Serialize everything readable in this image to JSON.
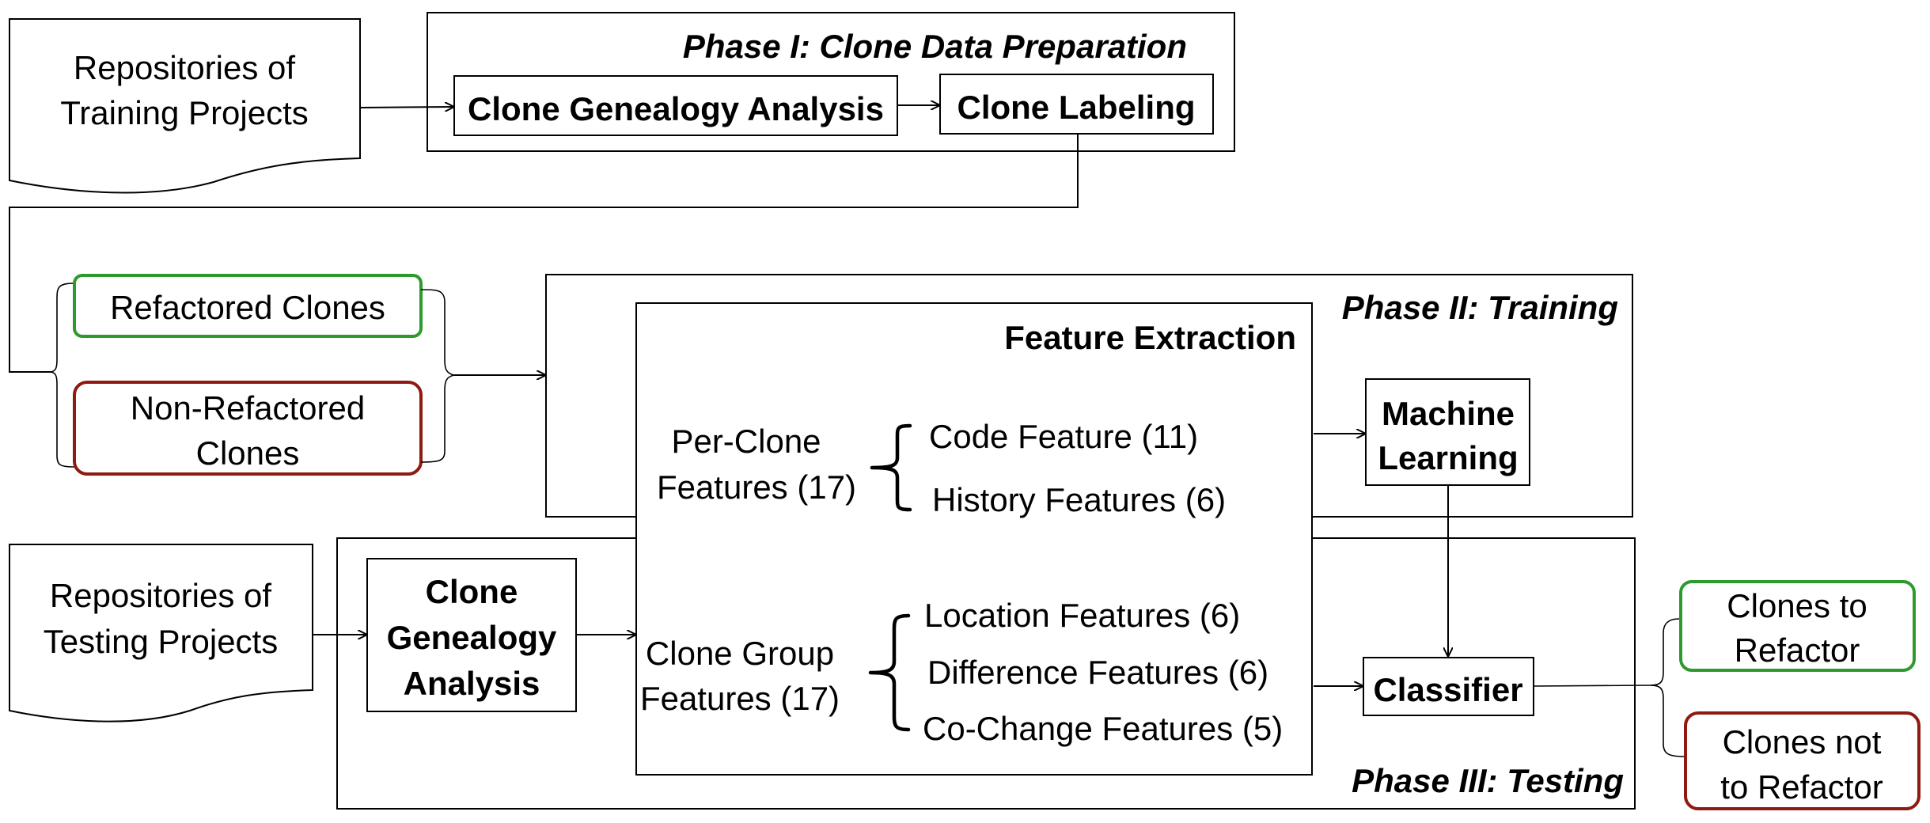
{
  "diagram": {
    "training_repos": [
      "Repositories of",
      "Training Projects"
    ],
    "testing_repos": [
      "Repositories of",
      "Testing Projects"
    ],
    "phase1": {
      "title": "Phase I: Clone Data Preparation",
      "genealogy": "Clone Genealogy Analysis",
      "labeling": "Clone Labeling"
    },
    "phase2": {
      "title": "Phase II: Training"
    },
    "phase3": {
      "title": "Phase III: Testing"
    },
    "refactored": "Refactored Clones",
    "non_refactored": [
      "Non-Refactored",
      "Clones"
    ],
    "feature_extraction": {
      "title": "Feature Extraction",
      "per_clone": [
        "Per-Clone",
        "Features (17)"
      ],
      "code_feature": "Code Feature (11)",
      "history_features": "History Features (6)",
      "clone_group": [
        "Clone Group",
        "Features (17)"
      ],
      "location_features": "Location Features (6)",
      "difference_features": "Difference Features (6)",
      "cochange_features": "Co-Change Features (5)"
    },
    "machine_learning": [
      "Machine",
      "Learning"
    ],
    "test_genealogy": [
      "Clone",
      "Genealogy",
      "Analysis"
    ],
    "classifier": "Classifier",
    "clones_to_refactor": [
      "Clones to",
      "Refactor"
    ],
    "clones_not_to_refactor": [
      "Clones not",
      "to Refactor"
    ]
  }
}
